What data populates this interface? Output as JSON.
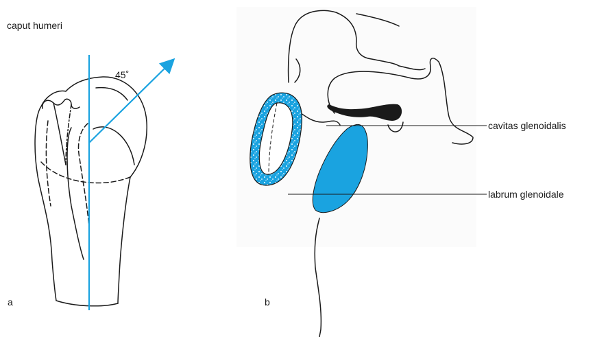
{
  "labels": {
    "caput": "caput humeri",
    "angle": "45˚",
    "panel_a": "a",
    "panel_b": "b",
    "cavitas": "cavitas glenoidalis",
    "labrum": "labrum glenoidale"
  },
  "colors": {
    "accent": "#1aa3e0",
    "outline": "#1a1a1a",
    "paper": "#ffffff"
  }
}
